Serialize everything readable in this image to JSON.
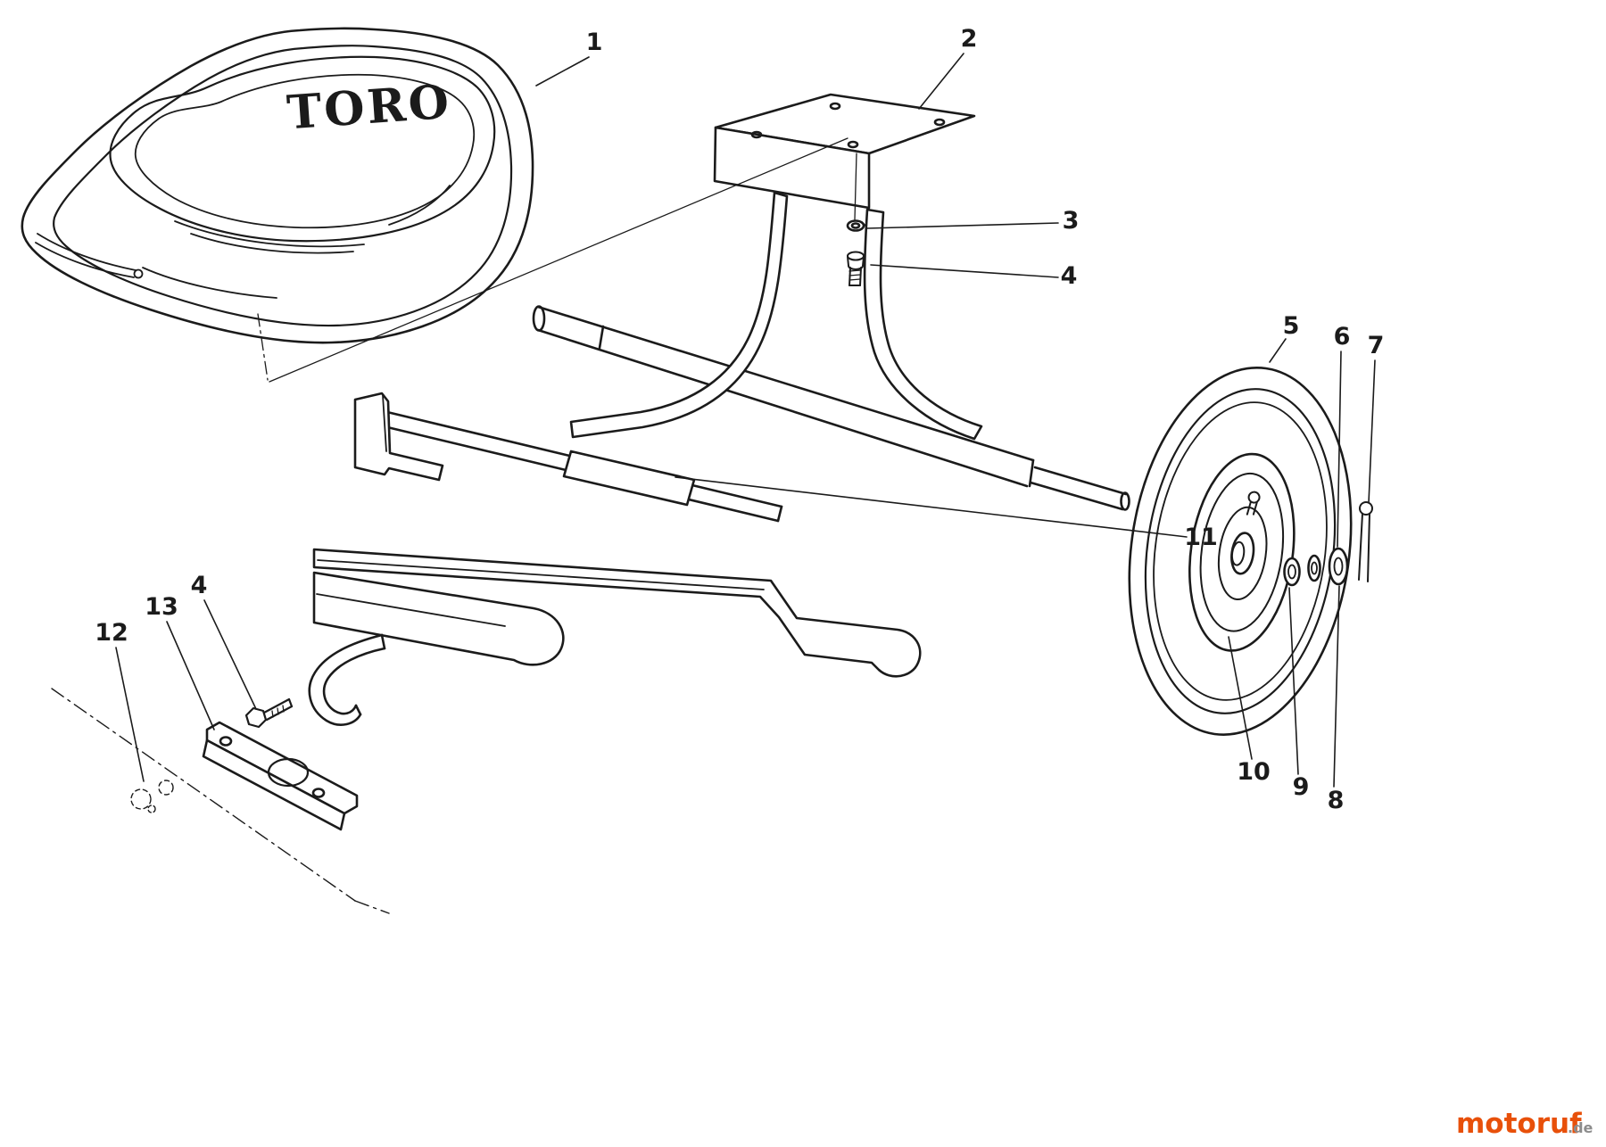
{
  "diagram": {
    "seat_brand": "TORO",
    "ink": "#1b1b1b",
    "background": "#ffffff",
    "part_labels": [
      {
        "text": "1"
      },
      {
        "text": "2"
      },
      {
        "text": "3"
      },
      {
        "text": "4"
      },
      {
        "text": "5"
      },
      {
        "text": "6"
      },
      {
        "text": "7"
      },
      {
        "text": "8"
      },
      {
        "text": "9"
      },
      {
        "text": "10"
      },
      {
        "text": "11"
      },
      {
        "text": "12"
      },
      {
        "text": "13"
      },
      {
        "text": "4"
      }
    ],
    "watermark": {
      "brand": "motoruf",
      "suffix": ".de",
      "brand_color": "#e8500a",
      "suffix_color": "#8c8c8c"
    }
  }
}
